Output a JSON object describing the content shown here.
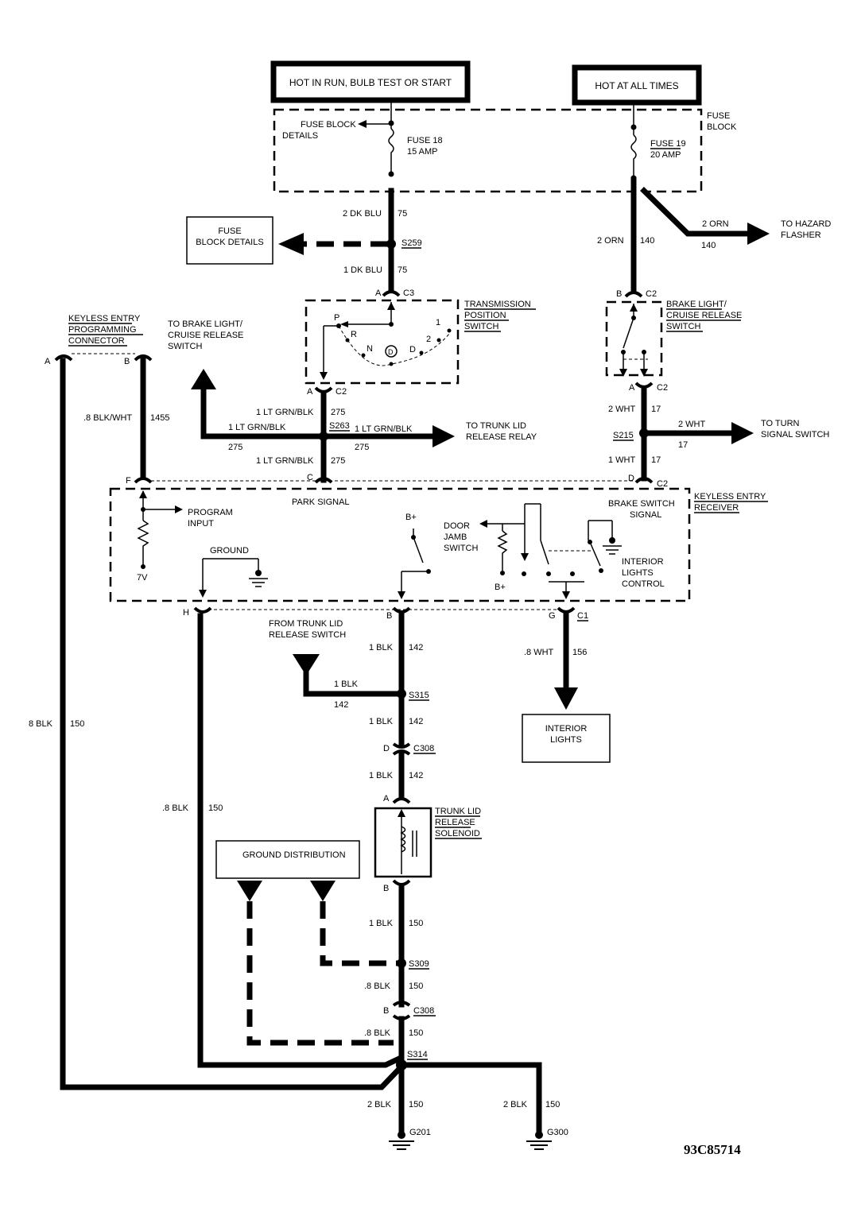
{
  "headers": {
    "hot_run": "HOT IN RUN, BULB TEST OR START",
    "hot_all": "HOT AT ALL TIMES"
  },
  "fuse_block": {
    "label_1": "FUSE",
    "label_2": "BLOCK",
    "details_1": "FUSE BLOCK",
    "details_2": "DETAILS",
    "fuse18_name": "FUSE 18",
    "fuse18_rating": "15 AMP",
    "fuse19_name": "FUSE 19",
    "fuse19_rating": "20 AMP"
  },
  "fuse_block_details_box": {
    "line1": "FUSE",
    "line2": "BLOCK DETAILS"
  },
  "splices": {
    "s259": "S259",
    "s263": "S263",
    "s215": "S215",
    "s315": "S315",
    "s309": "S309",
    "s314": "S314"
  },
  "connectors": {
    "a": "A",
    "b": "B",
    "c": "C",
    "d": "D",
    "f": "F",
    "g": "G",
    "h": "H",
    "c1": "C1",
    "c2": "C2",
    "c3": "C3",
    "c308": "C308"
  },
  "wires": {
    "dk_blu_2": "2 DK BLU",
    "dk_blu_1": "1 DK BLU",
    "n75": "75",
    "orn_2": "2 ORN",
    "n140": "140",
    "blk_wht": ".8 BLK/WHT",
    "n1455": "1455",
    "lt_grn_blk": "1 LT GRN/BLK",
    "n275": "275",
    "wht_2": "2 WHT",
    "wht_1": "1 WHT",
    "n17": "17",
    "blk_1": "1 BLK",
    "n142": "142",
    "blk_08": ".8 BLK",
    "blk_8": "8 BLK",
    "n150": "150",
    "wht_08": ".8 WHT",
    "n156": "156",
    "blk_2": "2 BLK"
  },
  "destinations": {
    "hazard_1": "TO HAZARD",
    "hazard_2": "FLASHER",
    "turn_1": "TO TURN",
    "turn_2": "SIGNAL SWITCH",
    "trunk_relay_1": "TO TRUNK LID",
    "trunk_relay_2": "RELEASE RELAY",
    "brake_1": "TO BRAKE LIGHT/",
    "brake_2": "CRUISE RELEASE",
    "brake_3": "SWITCH",
    "from_trunk_1": "FROM TRUNK LID",
    "from_trunk_2": "RELEASE SWITCH"
  },
  "transmission_switch": {
    "line1": "TRANSMISSION",
    "line2": "POSITION",
    "line3": "SWITCH",
    "p": "P",
    "r": "R",
    "n": "N",
    "d_circle": "D",
    "d": "D",
    "one": "1",
    "two": "2"
  },
  "brake_switch": {
    "line1": "BRAKE LIGHT/",
    "line2": "CRUISE RELEASE",
    "line3": "SWITCH"
  },
  "keyless_connector": {
    "line1": "KEYLESS ENTRY",
    "line2": "PROGRAMMING",
    "line3": "CONNECTOR"
  },
  "receiver": {
    "line1": "KEYLESS ENTRY",
    "line2": "RECEIVER",
    "park_signal": "PARK SIGNAL",
    "brake_signal_1": "BRAKE SWITCH",
    "brake_signal_2": "SIGNAL",
    "program_1": "PROGRAM",
    "program_2": "INPUT",
    "ground": "GROUND",
    "seven_v": "7V",
    "b_plus": "B+",
    "door_1": "DOOR",
    "door_2": "JAMB",
    "door_3": "SWITCH",
    "interior_1": "INTERIOR",
    "interior_2": "LIGHTS",
    "interior_3": "CONTROL"
  },
  "interior_lights": {
    "line1": "INTERIOR",
    "line2": "LIGHTS"
  },
  "solenoid": {
    "line1": "TRUNK LID",
    "line2": "RELEASE",
    "line3": "SOLENOID"
  },
  "ground_distribution": "GROUND DISTRIBUTION",
  "grounds": {
    "g201": "G201",
    "g300": "G300"
  },
  "figure_code": "93C85714"
}
